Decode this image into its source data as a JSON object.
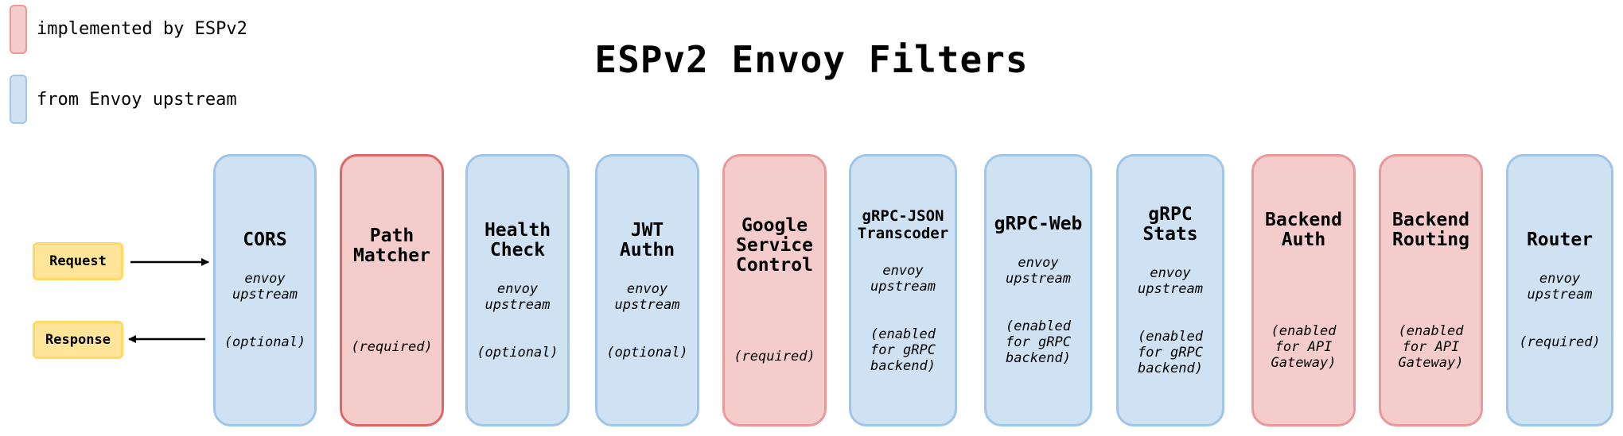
{
  "title": "ESPv2 Envoy Filters",
  "legend": {
    "espv2_label": "implemented by ESPv2",
    "upstream_label": "from Envoy upstream",
    "espv2_color": "#f4cccc",
    "upstream_color": "#cfe2f3"
  },
  "flow": {
    "request_label": "Request",
    "response_label": "Response"
  },
  "filters": [
    {
      "name": "CORS",
      "source": "envoy\nupstream",
      "note": "(optional)",
      "origin": "upstream"
    },
    {
      "name": "Path\nMatcher",
      "source": "",
      "note": "(required)",
      "origin": "espv2"
    },
    {
      "name": "Health\nCheck",
      "source": "envoy\nupstream",
      "note": "(optional)",
      "origin": "upstream"
    },
    {
      "name": "JWT\nAuthn",
      "source": "envoy\nupstream",
      "note": "(optional)",
      "origin": "upstream"
    },
    {
      "name": "Google\nService\nControl",
      "source": "",
      "note": "(required)",
      "origin": "espv2"
    },
    {
      "name": "gRPC-JSON\nTranscoder",
      "source": "envoy\nupstream",
      "note": "(enabled\nfor gRPC\nbackend)",
      "origin": "upstream"
    },
    {
      "name": "gRPC-Web",
      "source": "envoy\nupstream",
      "note": "(enabled\nfor gRPC\nbackend)",
      "origin": "upstream"
    },
    {
      "name": "gRPC\nStats",
      "source": "envoy\nupstream",
      "note": "(enabled\nfor gRPC\nbackend)",
      "origin": "upstream"
    },
    {
      "name": "Backend\nAuth",
      "source": "",
      "note": "(enabled\nfor API\nGateway)",
      "origin": "espv2"
    },
    {
      "name": "Backend\nRouting",
      "source": "",
      "note": "(enabled\nfor API\nGateway)",
      "origin": "espv2"
    },
    {
      "name": "Router",
      "source": "envoy\nupstream",
      "note": "(required)",
      "origin": "upstream"
    }
  ]
}
